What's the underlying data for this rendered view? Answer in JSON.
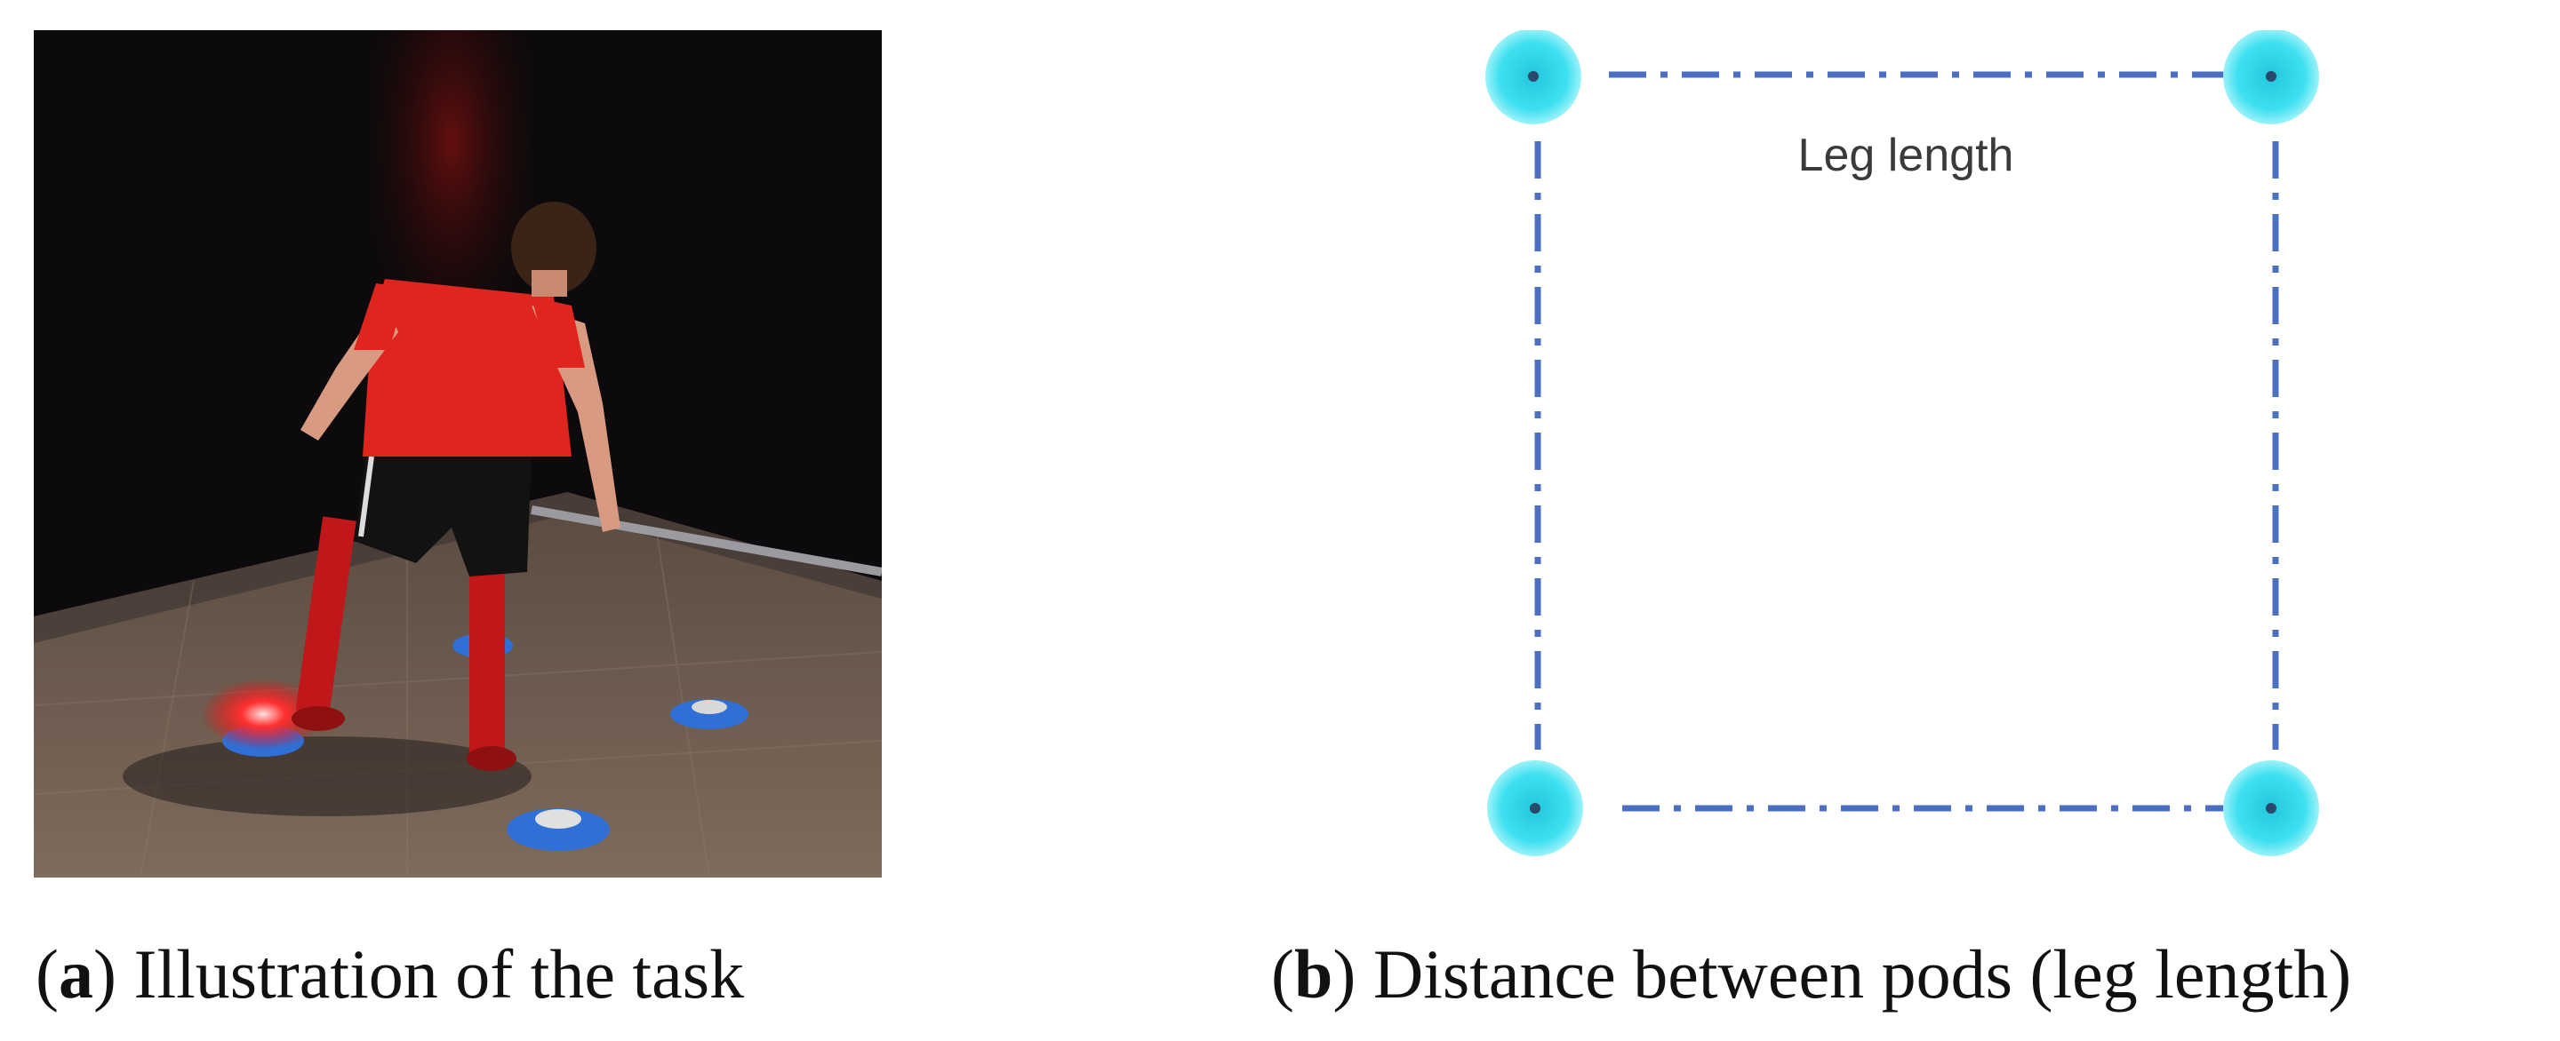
{
  "panel_a": {
    "caption_letter": "a",
    "caption_text": "Illustration of the task"
  },
  "panel_b": {
    "caption_letter": "b",
    "caption_text": "Distance between pods (leg length)",
    "edge_label": "Leg length",
    "pod_color": "#3ee0f0",
    "line_color": "#4a6fc0"
  }
}
